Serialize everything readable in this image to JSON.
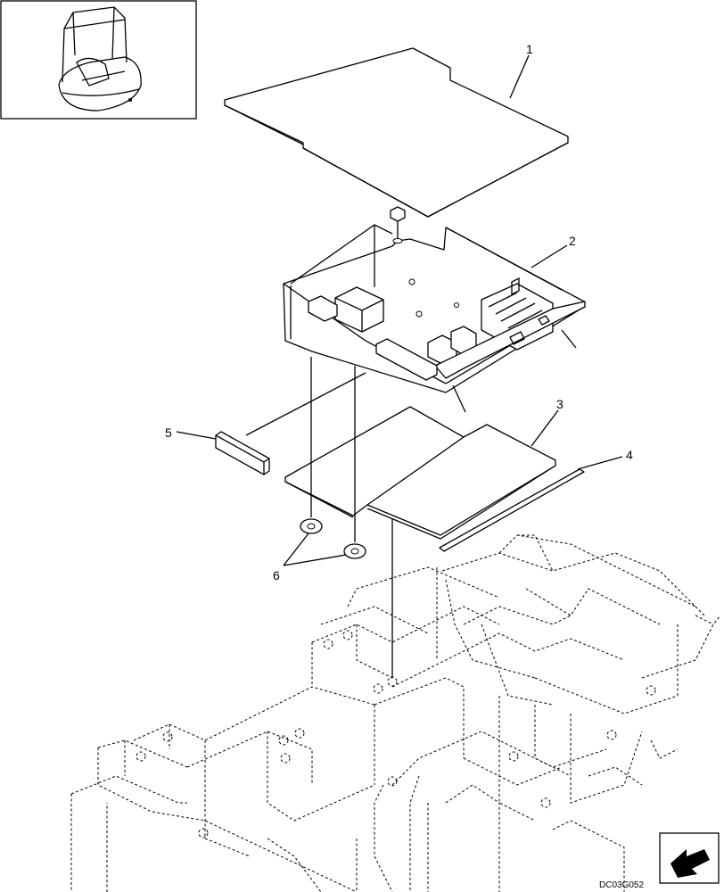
{
  "callouts": {
    "c1": "1",
    "c2": "2",
    "c3": "3",
    "c4": "4",
    "c5": "5",
    "c6": "6"
  },
  "drawing_code": "DC03G052",
  "icons": {
    "inset": "machine-inset-icon",
    "orientation": "orientation-arrow-icon"
  }
}
